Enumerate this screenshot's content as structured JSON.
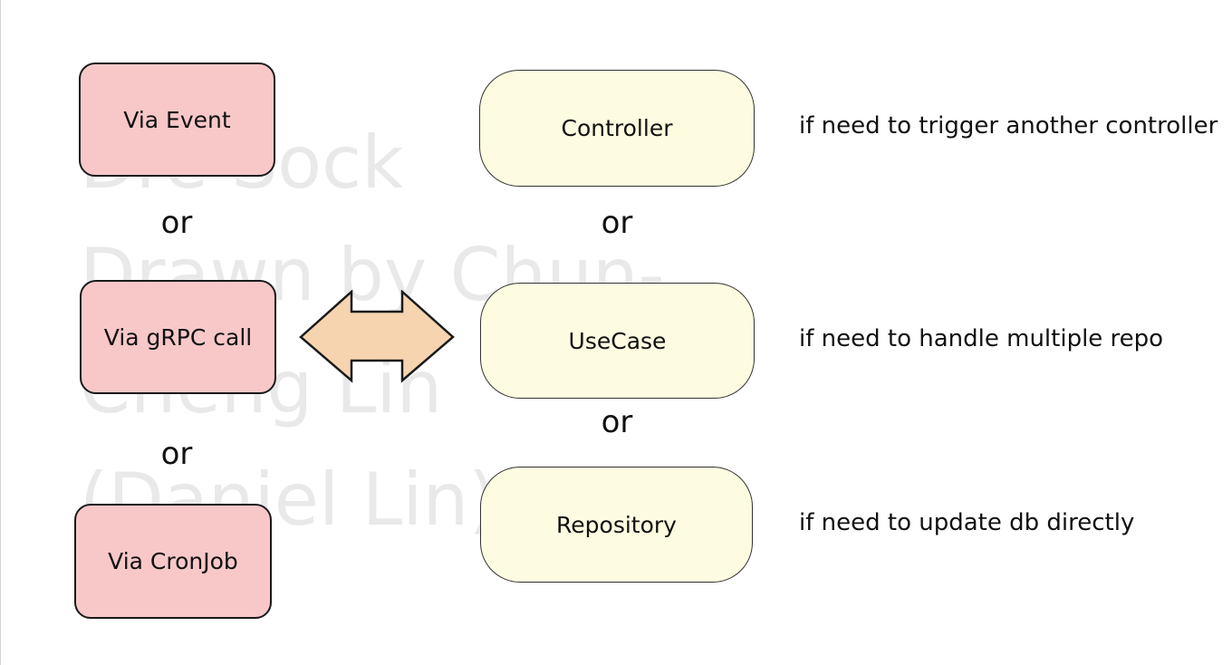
{
  "watermark": "Dre Sock\nDrawn by Chun-\nCheng Lin\n(Daniel Lin)",
  "sources": [
    {
      "label": "Via Event"
    },
    {
      "label": "Via gRPC call"
    },
    {
      "label": "Via CronJob"
    }
  ],
  "source_or": [
    "or",
    "or"
  ],
  "layers": [
    {
      "label": "Controller",
      "note": "if need to trigger another controller"
    },
    {
      "label": "UseCase",
      "note": "if need to handle multiple repo"
    },
    {
      "label": "Repository",
      "note": "if need to update db directly"
    }
  ],
  "layer_or": [
    "or",
    "or"
  ],
  "colors": {
    "source_fill": "#f8c8c8",
    "layer_fill": "#fefce0",
    "arrow_fill": "#f6d4b0"
  }
}
